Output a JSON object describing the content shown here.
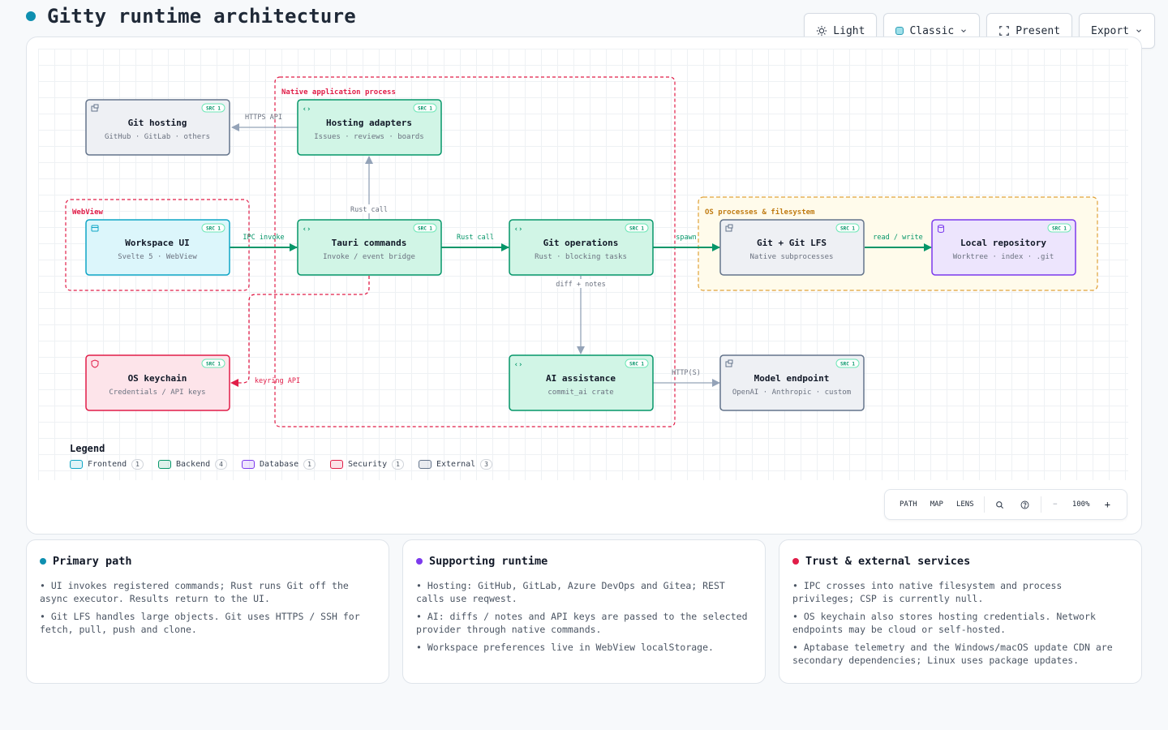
{
  "page": {
    "title": "Gitty runtime architecture",
    "accent": "#0e8fb0"
  },
  "toolbar": {
    "theme": "Light",
    "style": "Classic",
    "present": "Present",
    "export": "Export"
  },
  "groups": {
    "native": "Native application process",
    "webview": "WebView",
    "os": "OS processes & filesystem"
  },
  "nodes": {
    "git_hosting": {
      "title": "Git hosting",
      "sub": "GitHub · GitLab · others",
      "badge": "SRC 1"
    },
    "hosting_adapters": {
      "title": "Hosting adapters",
      "sub": "Issues · reviews · boards",
      "badge": "SRC 1"
    },
    "workspace_ui": {
      "title": "Workspace UI",
      "sub": "Svelte 5 · WebView",
      "badge": "SRC 1"
    },
    "tauri_commands": {
      "title": "Tauri commands",
      "sub": "Invoke / event bridge",
      "badge": "SRC 1"
    },
    "git_operations": {
      "title": "Git operations",
      "sub": "Rust · blocking tasks",
      "badge": "SRC 1"
    },
    "git_lfs": {
      "title": "Git + Git LFS",
      "sub": "Native subprocesses",
      "badge": "SRC 1"
    },
    "local_repo": {
      "title": "Local repository",
      "sub": "Worktree · index · .git",
      "badge": "SRC 1"
    },
    "os_keychain": {
      "title": "OS keychain",
      "sub": "Credentials / API keys",
      "badge": "SRC 1"
    },
    "ai_assistance": {
      "title": "AI assistance",
      "sub": "commit_ai crate",
      "badge": "SRC 1"
    },
    "model_endpoint": {
      "title": "Model endpoint",
      "sub": "OpenAI · Anthropic · custom",
      "badge": "SRC 1"
    }
  },
  "edges": {
    "https_api": "HTTPS API",
    "rust_call_up": "Rust call",
    "ipc_invoke": "IPC invoke",
    "rust_call": "Rust call",
    "spawn": "spawn",
    "read_write": "read / write",
    "diff_notes": "diff + notes",
    "keyring_api": "keyring API",
    "https": "HTTP(S)"
  },
  "legend": {
    "title": "Legend",
    "items": [
      {
        "label": "Frontend",
        "count": "1",
        "color": "#0ea5c6"
      },
      {
        "label": "Backend",
        "count": "4",
        "color": "#059669"
      },
      {
        "label": "Database",
        "count": "1",
        "color": "#7c3aed"
      },
      {
        "label": "Security",
        "count": "1",
        "color": "#e11d48"
      },
      {
        "label": "External",
        "count": "3",
        "color": "#64748b"
      }
    ]
  },
  "lens": {
    "path": "PATH",
    "map": "MAP",
    "lens": "LENS",
    "zoom": "100%",
    "minus": "−",
    "plus": "+"
  },
  "cards": [
    {
      "title": "Primary path",
      "color": "#0e8fb0",
      "items": [
        "• UI invokes registered commands; Rust runs Git off the async executor. Results return to the UI.",
        "• Git LFS handles large objects. Git uses HTTPS / SSH for fetch, pull, push and clone."
      ]
    },
    {
      "title": "Supporting runtime",
      "color": "#7c3aed",
      "items": [
        "• Hosting: GitHub, GitLab, Azure DevOps and Gitea; REST calls use reqwest.",
        "• AI: diffs / notes and API keys are passed to the selected provider through native commands.",
        "• Workspace preferences live in WebView localStorage."
      ]
    },
    {
      "title": "Trust & external services",
      "color": "#e11d48",
      "items": [
        "• IPC crosses into native filesystem and process privileges; CSP is currently null.",
        "• OS keychain also stores hosting credentials. Network endpoints may be cloud or self-hosted.",
        "• Aptabase telemetry and the Windows/macOS update CDN are secondary dependencies; Linux uses package updates."
      ]
    }
  ]
}
